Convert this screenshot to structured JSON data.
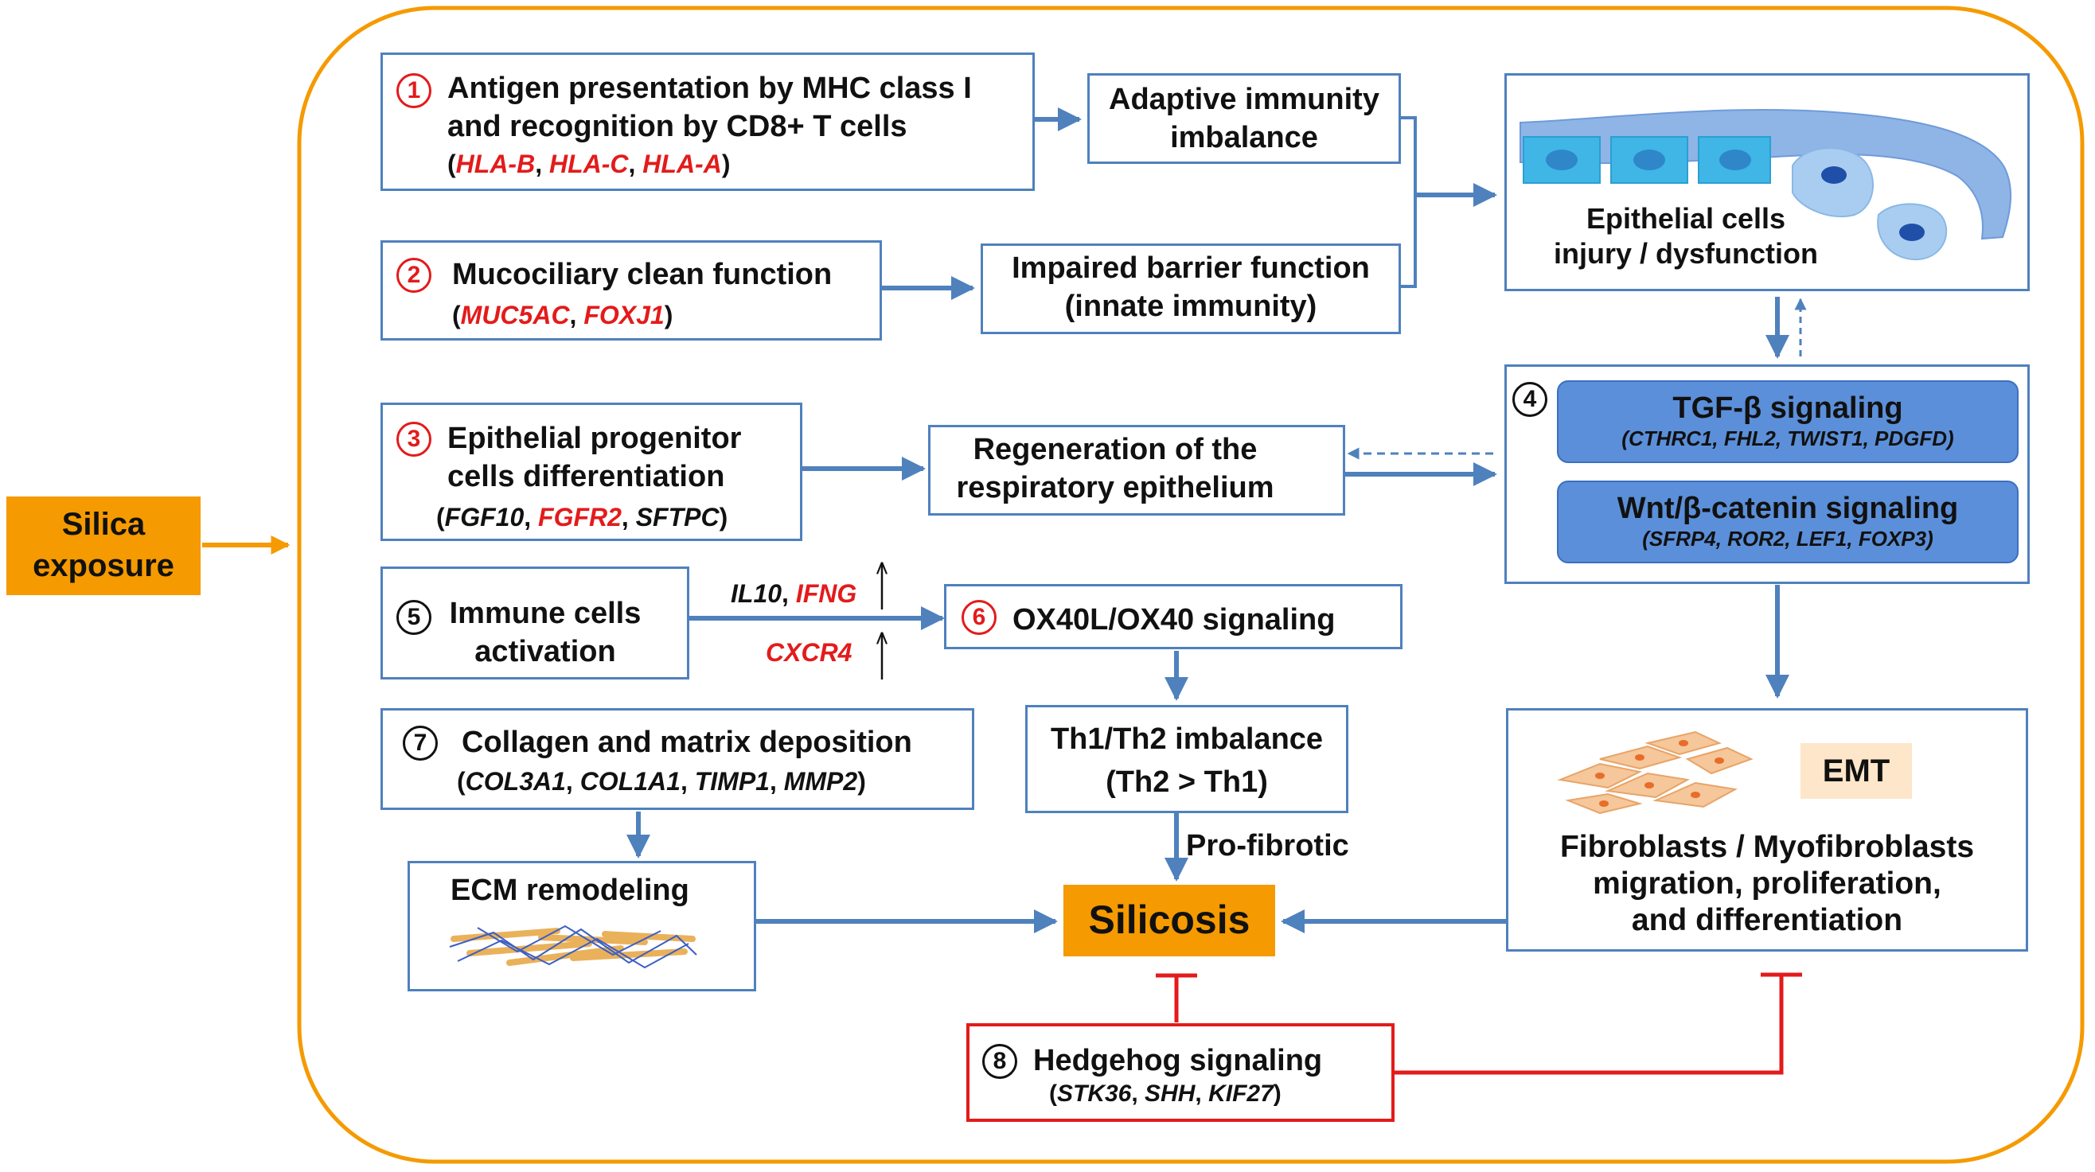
{
  "silica": {
    "line1": "Silica",
    "line2": "exposure"
  },
  "box1": {
    "num": "1",
    "line1": "Antigen presentation by MHC class I",
    "line2": "and recognition by CD8+ T cells",
    "genes": [
      "HLA-B",
      "HLA-C",
      "HLA-A"
    ]
  },
  "adaptive": {
    "line1": "Adaptive immunity",
    "line2": "imbalance"
  },
  "box2": {
    "num": "2",
    "line1": "Mucociliary clean function",
    "genes": [
      "MUC5AC",
      "FOXJ1"
    ]
  },
  "barrier": {
    "line1": "Impaired barrier function",
    "line2": "(innate immunity)"
  },
  "epithelial": {
    "line1": "Epithelial cells",
    "line2": "injury / dysfunction"
  },
  "box3": {
    "num": "3",
    "line1": "Epithelial progenitor",
    "line2": "cells differentiation",
    "genes": [
      "FGF10",
      "FGFR2",
      "SFTPC"
    ]
  },
  "regen": {
    "line1": "Regeneration of the",
    "line2": "respiratory epithelium"
  },
  "box4": {
    "num": "4",
    "tgf": {
      "title": "TGF-β signaling",
      "genes": "(CTHRC1, FHL2, TWIST1, PDGFD)"
    },
    "wnt": {
      "title": "Wnt/β-catenin signaling",
      "genes": "(SFRP4, ROR2, LEF1, FOXP3)"
    }
  },
  "box5": {
    "num": "5",
    "line1": "Immune cells",
    "line2": "activation"
  },
  "cytokines": {
    "il10": "IL10",
    "ifng": "IFNG",
    "cxcr4": "CXCR4"
  },
  "box6": {
    "num": "6",
    "label": "OX40L/OX40 signaling"
  },
  "box7": {
    "num": "7",
    "line1": "Collagen and matrix deposition",
    "genes": [
      "COL3A1",
      "COL1A1",
      "TIMP1",
      "MMP2"
    ]
  },
  "th": {
    "line1": "Th1/Th2 imbalance",
    "line2": "(Th2 > Th1)"
  },
  "profibrotic": "Pro-fibrotic",
  "ecm": {
    "label": "ECM remodeling"
  },
  "silicosis": "Silicosis",
  "emt": "EMT",
  "fibro": {
    "line1": "Fibroblasts / Myofibroblasts",
    "line2": "migration, proliferation,",
    "line3": "and differentiation"
  },
  "box8": {
    "num": "8",
    "line1": "Hedgehog signaling",
    "genes": [
      "STK36",
      "SHH",
      "KIF27"
    ]
  },
  "colors": {
    "orange": "#f59a00",
    "blue": "#4f81bd",
    "red": "#e31b1b",
    "signal": "#5b8fd9"
  }
}
